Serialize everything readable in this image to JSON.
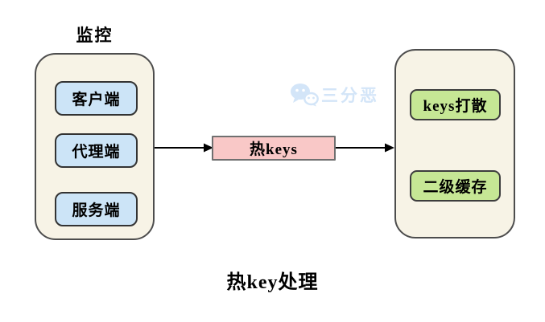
{
  "diagram": {
    "title": "热key处理",
    "monitor_group": {
      "label": "监控",
      "items": [
        {
          "label": "客户端"
        },
        {
          "label": "代理端"
        },
        {
          "label": "服务端"
        }
      ]
    },
    "center_node": {
      "label": "热keys"
    },
    "handle_group": {
      "items": [
        {
          "label": "keys打散"
        },
        {
          "label": "二级缓存"
        }
      ]
    },
    "watermark": {
      "text": "三分恶",
      "icon": "wechat-icon"
    },
    "colors": {
      "container_fill": "#f7f3e6",
      "container_border": "#4d4d4d",
      "blue_node_fill": "#cce4f7",
      "green_node_fill": "#c6e795",
      "pink_node_fill": "#f9c8c7",
      "node_border": "#333333",
      "pink_node_border": "#707070",
      "arrow_color": "#000000",
      "watermark_color": "#d3e5f8",
      "text_color": "#000000",
      "background": "#ffffff"
    }
  }
}
